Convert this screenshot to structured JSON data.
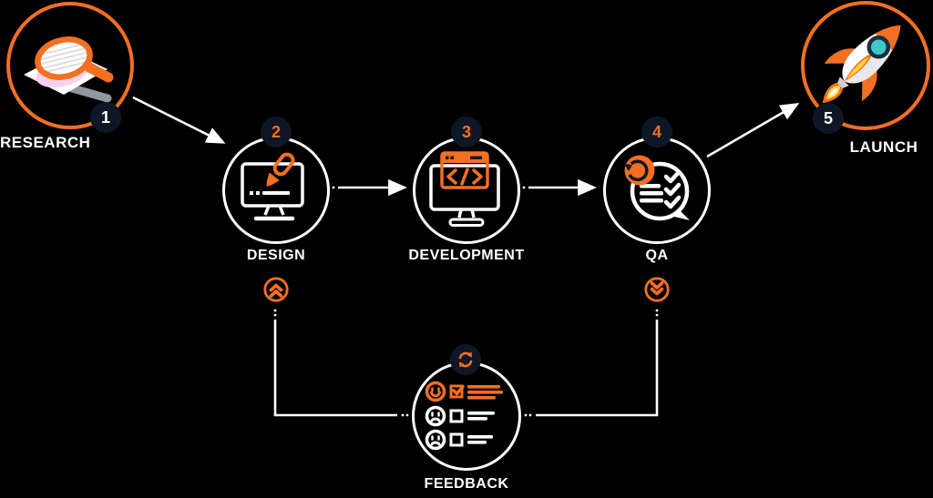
{
  "diagram": {
    "steps": [
      {
        "id": "research",
        "number": "1",
        "label": "RESEARCH",
        "icon": "magnifier-icon"
      },
      {
        "id": "design",
        "number": "2",
        "label": "DESIGN",
        "icon": "monitor-paintbrush-icon"
      },
      {
        "id": "development",
        "number": "3",
        "label": "DEVELOPMENT",
        "icon": "monitor-code-icon"
      },
      {
        "id": "qa",
        "number": "4",
        "label": "QA",
        "icon": "speech-bubble-checklist-icon"
      },
      {
        "id": "launch",
        "number": "5",
        "label": "LAUNCH",
        "icon": "rocket-icon"
      },
      {
        "id": "feedback",
        "label": "FEEDBACK",
        "icon": "feedback-ratings-icon",
        "badge_icon": "sync-icon"
      }
    ],
    "connections": [
      "research -> design",
      "design -> development",
      "development -> qa",
      "qa -> launch",
      "design - feedback",
      "qa - feedback"
    ],
    "colors": {
      "orange": "#F36F21",
      "navy": "#0E1726",
      "white": "#FFFFFF",
      "teal": "#3FC8C8",
      "yellow": "#FFD341",
      "background": "#000000"
    }
  }
}
